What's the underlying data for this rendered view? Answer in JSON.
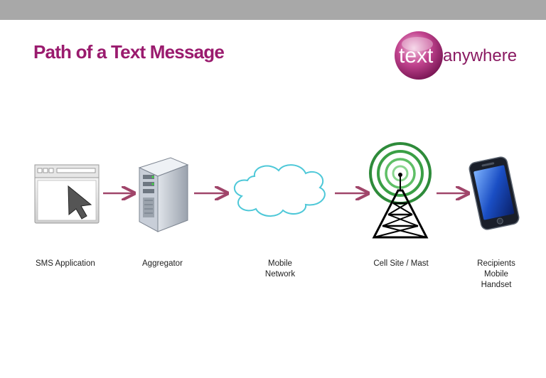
{
  "slide": {
    "title": "Path of a Text Message"
  },
  "logo": {
    "text_part1": "text",
    "text_part2": "anywhere",
    "brand_color": "#9a1b6e"
  },
  "diagram": {
    "arrow_color": "#a0456a",
    "nodes": [
      {
        "id": "sms-application",
        "label": "SMS Application",
        "icon": "browser-cursor-icon"
      },
      {
        "id": "aggregator",
        "label": "Aggregator",
        "icon": "server-tower-icon"
      },
      {
        "id": "mobile-network",
        "label": "Mobile\nNetwork",
        "icon": "cloud-icon"
      },
      {
        "id": "cell-site",
        "label": "Cell Site / Mast",
        "icon": "radio-tower-icon"
      },
      {
        "id": "handset",
        "label": "Recipients\nMobile\nHandset",
        "icon": "smartphone-icon"
      }
    ]
  }
}
